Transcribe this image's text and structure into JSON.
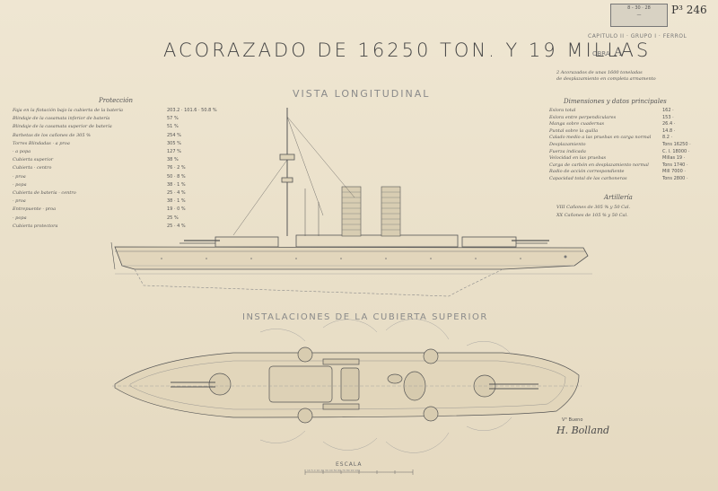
{
  "header": {
    "title": "ACORAZADO DE 16250 TON. Y 19 MILLAS",
    "code": "P³ 246",
    "stamp_lines": [
      "",
      "8 - 30 · 28",
      "—"
    ],
    "capitulo": "CAPITULO II · GRUPO I · FERROL",
    "obra_label": "OBRA",
    "obra_letter": "A",
    "note_lines": [
      "2 Acorazados de unas 1600 toneladas",
      "de desplazamiento en completa armamento"
    ]
  },
  "views": {
    "longitudinal": "VISTA LONGITUDINAL",
    "deck": "INSTALACIONES DE LA CUBIERTA SUPERIOR"
  },
  "proteccion": {
    "title": "Protección",
    "rows": [
      {
        "label": "Faja en la flotación bajo la cubierta de la batería",
        "value": "203.2 · 101.6 · 50.8 %"
      },
      {
        "label": "Blindaje de la casamata inferior de batería",
        "value": "57 %"
      },
      {
        "label": "Blindaje de la casamata superior de batería",
        "value": "51 %"
      },
      {
        "label": "Barbetas de los cañones de 305 %",
        "value": "254 %"
      },
      {
        "label": "Torres Blindadas · a proa",
        "value": "305 %"
      },
      {
        "label": "· a popa",
        "value": "127 %"
      },
      {
        "label": "Cubierta superior",
        "value": "38 %"
      },
      {
        "label": "Cubierta · centro",
        "value": "76 · 2 %"
      },
      {
        "label": "· proa",
        "value": "50 · 8 %"
      },
      {
        "label": "· popa",
        "value": "38 · 1 %"
      },
      {
        "label": "Cubierta de batería · centro",
        "value": "25 · 4 %"
      },
      {
        "label": "· proa",
        "value": "38 · 1 %"
      },
      {
        "label": "Entrepuente · proa",
        "value": "19 · 0 %"
      },
      {
        "label": "· popa",
        "value": "25 %"
      },
      {
        "label": "Cubierta protectora",
        "value": "25 · 4 %"
      }
    ]
  },
  "dimensiones": {
    "title": "Dimensiones y datos principales",
    "rows": [
      {
        "label": "Eslora total",
        "value": "162 ·"
      },
      {
        "label": "Eslora entre perpendiculares",
        "value": "153 ·"
      },
      {
        "label": "Manga sobre cuadernas",
        "value": "26.4 ·"
      },
      {
        "label": "Puntal sobre la quilla",
        "value": "14.8 ·"
      },
      {
        "label": "Calado medio a las pruebas en carga normal",
        "value": "8.2 ·"
      },
      {
        "label": "Desplazamiento",
        "value": "Tons 16250 ·"
      },
      {
        "label": "Fuerza indicada",
        "value": "C. I. 18000 ·"
      },
      {
        "label": "Velocidad en las pruebas",
        "value": "Millas 19 ·"
      },
      {
        "label": "Carga de carbón en desplazamiento normal",
        "value": "Tons 1740 ·"
      },
      {
        "label": "Radio de acción correspondiente",
        "value": "Mill 7000 ·"
      },
      {
        "label": "Capacidad total de las carboneras",
        "value": "Tons 2800 ·"
      }
    ]
  },
  "artilleria": {
    "title": "Artillería",
    "rows": [
      "VIII Cañones de 305 % y 50 Cal.",
      "XX Cañones de 105 % y 50 Cal."
    ]
  },
  "signature": {
    "small": "V° Bueno",
    "name": "H. Bolland"
  },
  "scale": {
    "label": "ESCALA",
    "ticks": "10 5 0 10 20 30 40 50 60 70 80 90 100"
  }
}
